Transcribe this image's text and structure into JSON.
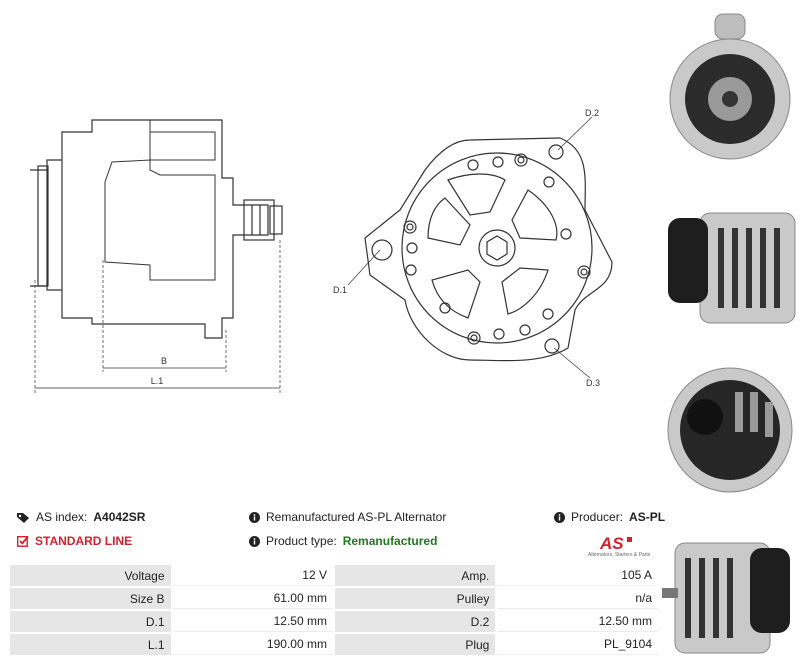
{
  "header": {
    "as_index_label": "AS index:",
    "as_index_value": "A4042SR",
    "product_desc": "Remanufactured AS-PL Alternator",
    "producer_label": "Producer:",
    "producer_value": "AS-PL",
    "line_label": "STANDARD LINE",
    "product_type_label": "Product type:",
    "product_type_value": "Remanufactured",
    "logo_text": "AS",
    "logo_tagline": "Alternators, Starters & Parts"
  },
  "drawing": {
    "label_b": "B",
    "label_l1": "L.1",
    "label_d1": "D.1",
    "label_d2": "D.2",
    "label_d3": "D.3"
  },
  "specs": [
    [
      "Voltage",
      "12 V",
      "Amp.",
      "105 A"
    ],
    [
      "Size B",
      "61.00 mm",
      "Pulley",
      "n/a"
    ],
    [
      "D.1",
      "12.50 mm",
      "D.2",
      "12.50 mm"
    ],
    [
      "L.1",
      "190.00 mm",
      "Plug",
      "PL_9104"
    ]
  ],
  "colors": {
    "accent_red": "#d3212c",
    "accent_green": "#1f7a1f",
    "label_bg": "#e6e6e6"
  }
}
